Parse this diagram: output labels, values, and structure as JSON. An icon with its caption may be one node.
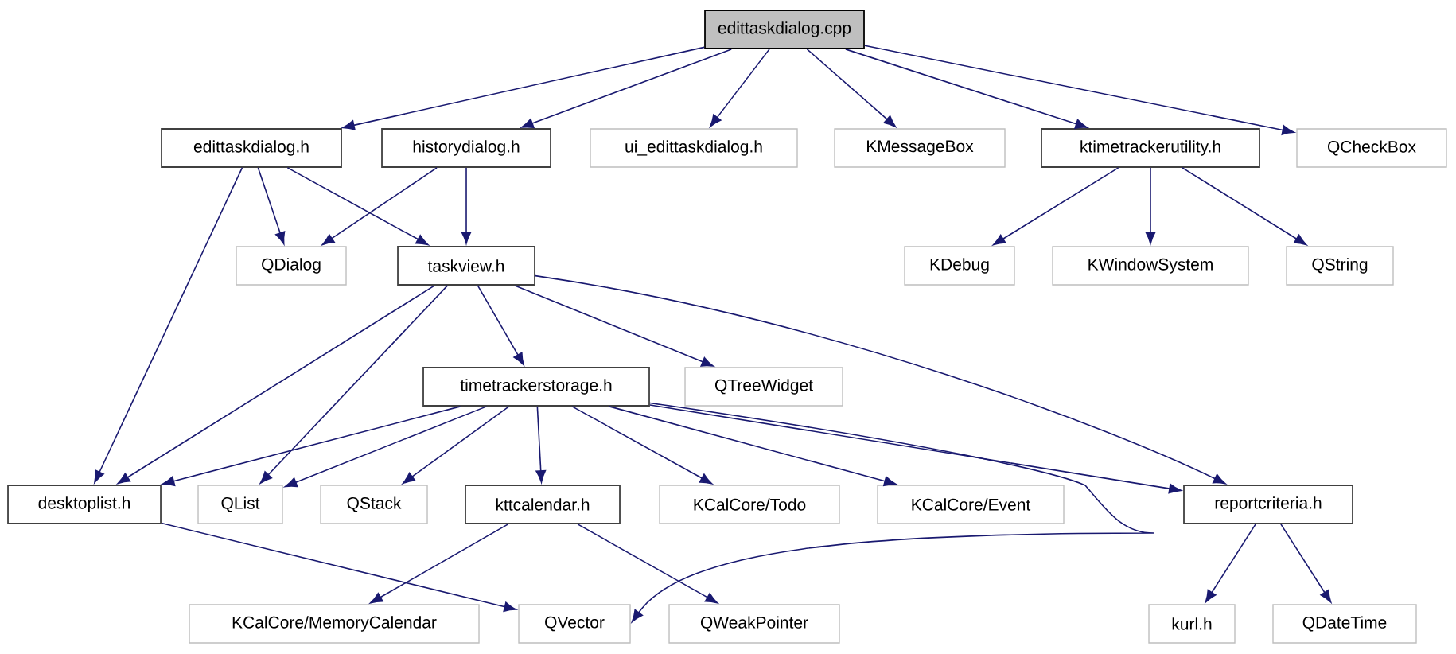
{
  "diagram": {
    "nodes": [
      {
        "text": [
          "edittaskdialog.cpp"
        ]
      },
      {
        "text": [
          "edittaskdialog.h"
        ]
      },
      {
        "text": [
          "historydialog.h"
        ]
      },
      {
        "text": [
          "ui_edittaskdialog.h"
        ]
      },
      {
        "text": [
          "KMessageBox"
        ]
      },
      {
        "text": [
          "ktimetrackerutility.h"
        ]
      },
      {
        "text": [
          "QCheckBox"
        ]
      },
      {
        "text": [
          "QDialog"
        ]
      },
      {
        "text": [
          "taskview.h"
        ]
      },
      {
        "text": [
          "KDebug"
        ]
      },
      {
        "text": [
          "KWindowSystem"
        ]
      },
      {
        "text": [
          "QString"
        ]
      },
      {
        "text": [
          "timetrackerstorage.h"
        ]
      },
      {
        "text": [
          "QTreeWidget"
        ]
      },
      {
        "text": [
          "desktoplist.h"
        ]
      },
      {
        "text": [
          "QList"
        ]
      },
      {
        "text": [
          "QStack"
        ]
      },
      {
        "text": [
          "kttcalendar.h"
        ]
      },
      {
        "text": [
          "KCalCore/Todo"
        ]
      },
      {
        "text": [
          "KCalCore/Event"
        ]
      },
      {
        "text": [
          "reportcriteria.h"
        ]
      },
      {
        "text": [
          "KCalCore/MemoryCalendar"
        ]
      },
      {
        "text": [
          "QVector"
        ]
      },
      {
        "text": [
          "QWeakPointer"
        ]
      },
      {
        "text": [
          "kurl.h"
        ]
      },
      {
        "text": [
          "QDateTime"
        ]
      }
    ],
    "edges": [
      {
        "from": 0,
        "to": 1,
        "arrow": "to"
      },
      {
        "from": 0,
        "to": 2,
        "arrow": "to"
      },
      {
        "from": 0,
        "to": 3,
        "arrow": "to"
      },
      {
        "from": 0,
        "to": 4,
        "arrow": "to"
      },
      {
        "from": 0,
        "to": 5,
        "arrow": "to"
      },
      {
        "from": 0,
        "to": 6,
        "arrow": "to"
      },
      {
        "from": 1,
        "to": 7,
        "arrow": "to"
      },
      {
        "from": 1,
        "to": 8,
        "arrow": "to"
      },
      {
        "from": 1,
        "to": 14,
        "arrow": "to"
      },
      {
        "from": 2,
        "to": 7,
        "arrow": "to"
      },
      {
        "from": 2,
        "to": 8,
        "arrow": "to"
      },
      {
        "from": 5,
        "to": 9,
        "arrow": "to"
      },
      {
        "from": 5,
        "to": 10,
        "arrow": "to"
      },
      {
        "from": 5,
        "to": 11,
        "arrow": "to"
      },
      {
        "from": 8,
        "to": 12,
        "arrow": "to"
      },
      {
        "from": 8,
        "to": 13,
        "arrow": "to"
      },
      {
        "from": 8,
        "to": 14,
        "arrow": "to"
      },
      {
        "from": 8,
        "to": 15,
        "arrow": "to"
      },
      {
        "from": 8,
        "to": 20,
        "arrow": "to"
      },
      {
        "from": 12,
        "to": 14,
        "arrow": "to"
      },
      {
        "from": 12,
        "to": 15,
        "arrow": "to"
      },
      {
        "from": 12,
        "to": 16,
        "arrow": "to"
      },
      {
        "from": 12,
        "to": 17,
        "arrow": "to"
      },
      {
        "from": 12,
        "to": 18,
        "arrow": "to"
      },
      {
        "from": 12,
        "to": 19,
        "arrow": "to"
      },
      {
        "from": 12,
        "to": 20,
        "arrow": "to"
      },
      {
        "from": 12,
        "to": 22,
        "arrow": "to"
      },
      {
        "from": 14,
        "to": 22,
        "arrow": "to"
      },
      {
        "from": 17,
        "to": 21,
        "arrow": "to"
      },
      {
        "from": 17,
        "to": 23,
        "arrow": "to"
      },
      {
        "from": 20,
        "to": 24,
        "arrow": "to"
      },
      {
        "from": 20,
        "to": 25,
        "arrow": "to"
      }
    ]
  }
}
